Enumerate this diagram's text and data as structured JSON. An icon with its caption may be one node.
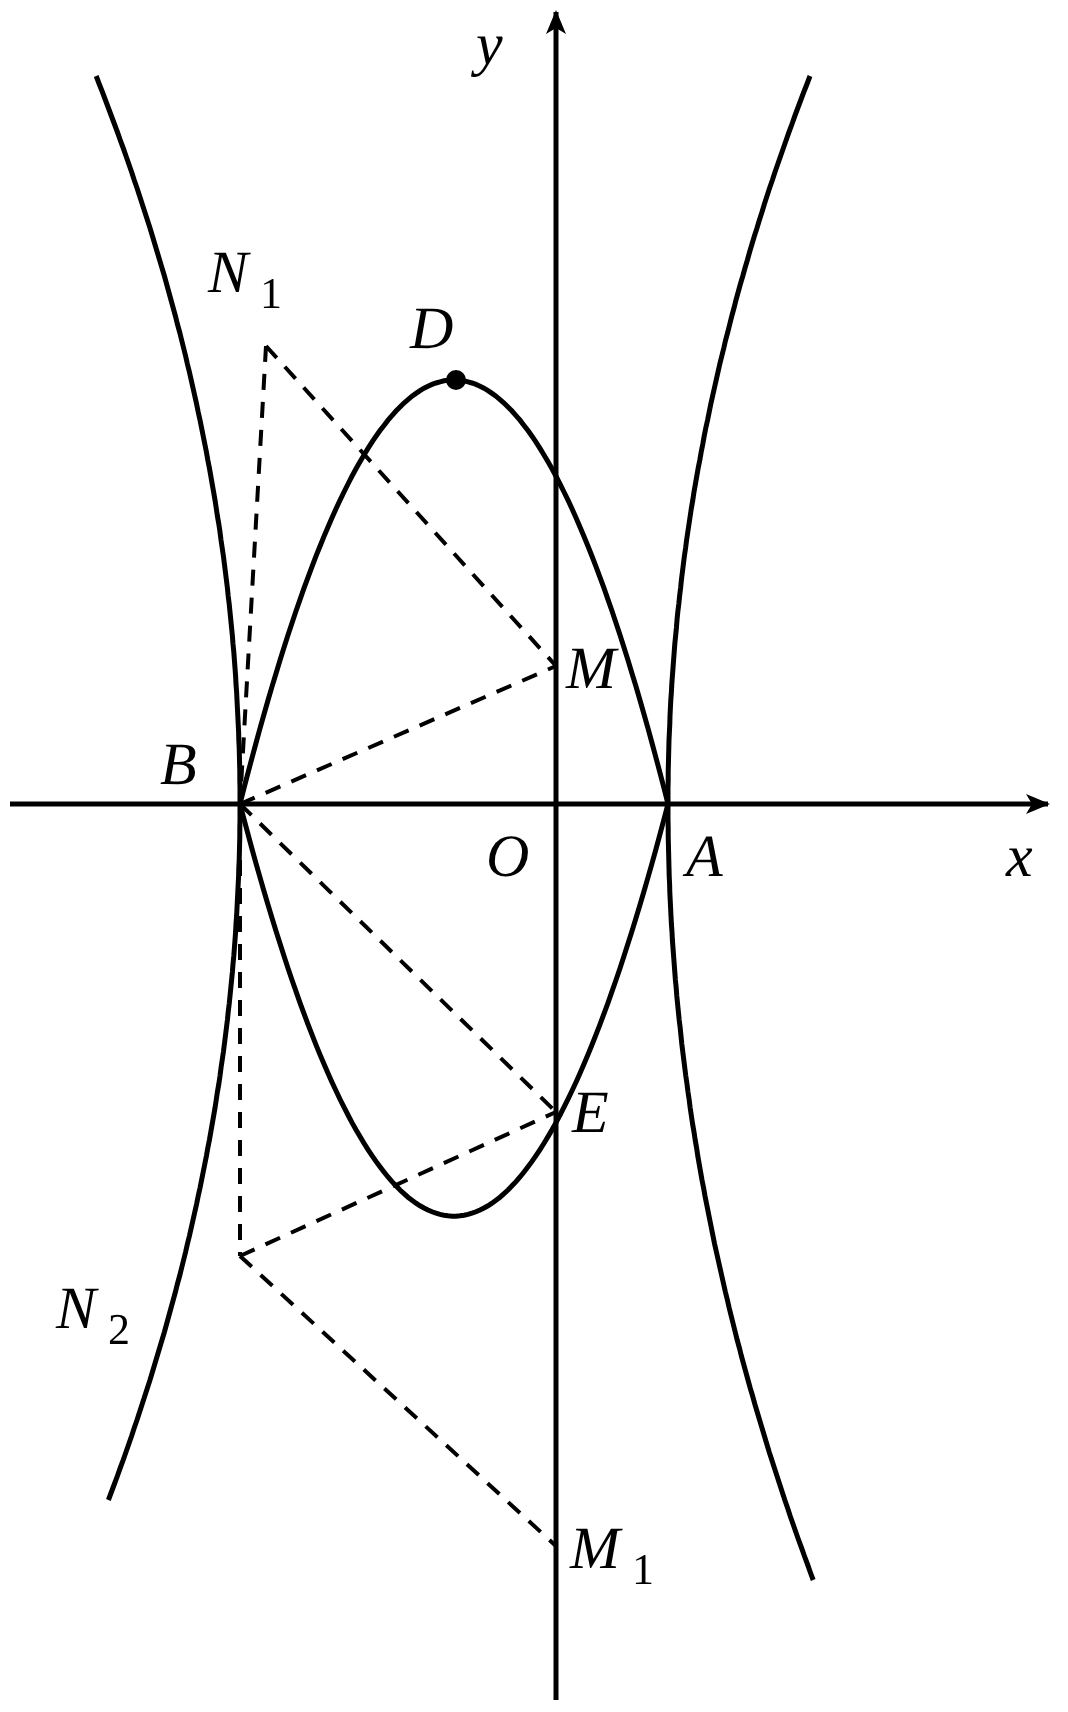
{
  "diagram": {
    "labels": [
      "y",
      "N$_{1}$",
      "D",
      "M",
      "B",
      "O",
      "A",
      "x",
      "E",
      "N$_{2}$",
      "M$_{1}$"
    ]
  }
}
